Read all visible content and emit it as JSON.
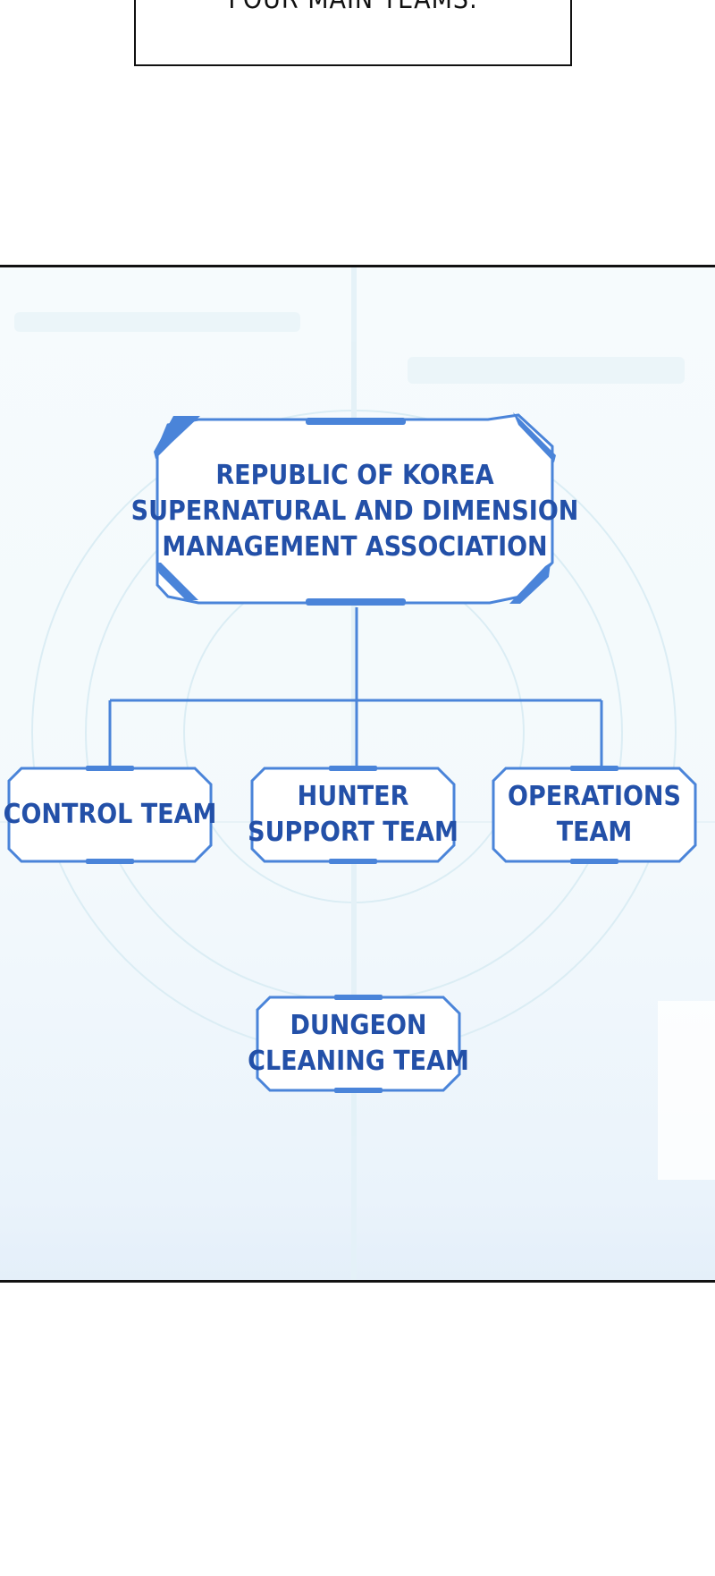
{
  "caption": {
    "text": "FOUR MAIN TEAMS."
  },
  "org_chart": {
    "root": {
      "lines": [
        "REPUBLIC OF KOREA",
        "SUPERNATURAL AND DIMENSION",
        "MANAGEMENT ASSOCIATION"
      ]
    },
    "teams": [
      {
        "lines": [
          "CONTROL TEAM"
        ]
      },
      {
        "lines": [
          "HUNTER",
          "SUPPORT TEAM"
        ]
      },
      {
        "lines": [
          "OPERATIONS",
          "TEAM"
        ]
      },
      {
        "lines": [
          "DUNGEON",
          "CLEANING TEAM"
        ]
      }
    ]
  },
  "colors": {
    "node_border": "#4a84d9",
    "node_text": "#2350a8",
    "connector": "#4a84d9"
  }
}
